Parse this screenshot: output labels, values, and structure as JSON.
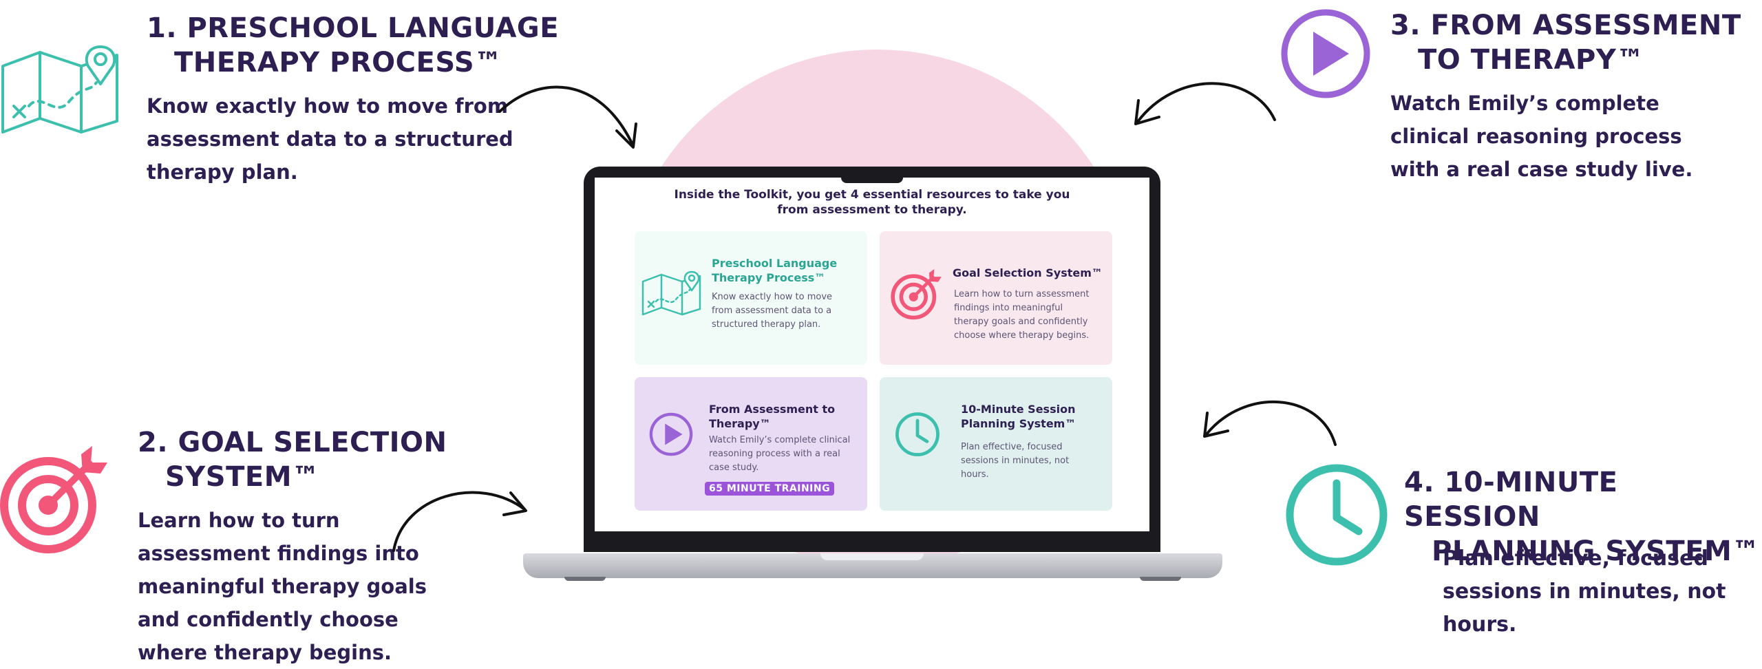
{
  "callouts": [
    {
      "heading_line1": "1. PRESCHOOL LANGUAGE",
      "heading_line2": "THERAPY PROCESS™",
      "body": "Know exactly how to move from assessment data to a structured therapy plan.",
      "icon": "map-icon"
    },
    {
      "heading_line1": "2. GOAL SELECTION",
      "heading_line2": "SYSTEM™",
      "body": "Learn how to turn assessment findings into meaningful therapy goals and confidently choose where therapy begins.",
      "icon": "target-icon"
    },
    {
      "heading_line1": "3. FROM ASSESSMENT",
      "heading_line2": "TO THERAPY™",
      "body": "Watch Emily’s complete clinical reasoning process with a real case study live.",
      "icon": "play-icon"
    },
    {
      "heading_line1": "4. 10-MINUTE SESSION",
      "heading_line2": "PLANNING SYSTEM™",
      "body": "Plan effective, focused sessions in minutes, not hours.",
      "icon": "clock-icon"
    }
  ],
  "screen": {
    "intro_line1": "Inside the Toolkit, you get 4 essential resources to take you",
    "intro_line2": "from assessment to therapy.",
    "cards": [
      {
        "title": "Preschool Language Therapy Process™",
        "description": "Know exactly how to move from assessment data to a structured therapy plan.",
        "icon": "map-icon"
      },
      {
        "title": "Goal Selection System™",
        "description": "Learn how to turn assessment findings into meaningful therapy goals and confidently choose where therapy begins.",
        "icon": "target-icon"
      },
      {
        "title": "From Assessment to Therapy™",
        "description": "Watch Emily’s complete clinical reasoning process with a real case study.",
        "badge": "65 MINUTE TRAINING",
        "icon": "play-icon"
      },
      {
        "title": "10-Minute Session Planning System™",
        "description": "Plan effective, focused sessions in minutes, not hours.",
        "icon": "clock-icon"
      }
    ]
  },
  "colors": {
    "heading": "#2d1f52",
    "teal": "#3cbfad",
    "coral": "#f2577a",
    "purple": "#9a63d6",
    "pink_arc": "#f6d7e3"
  }
}
